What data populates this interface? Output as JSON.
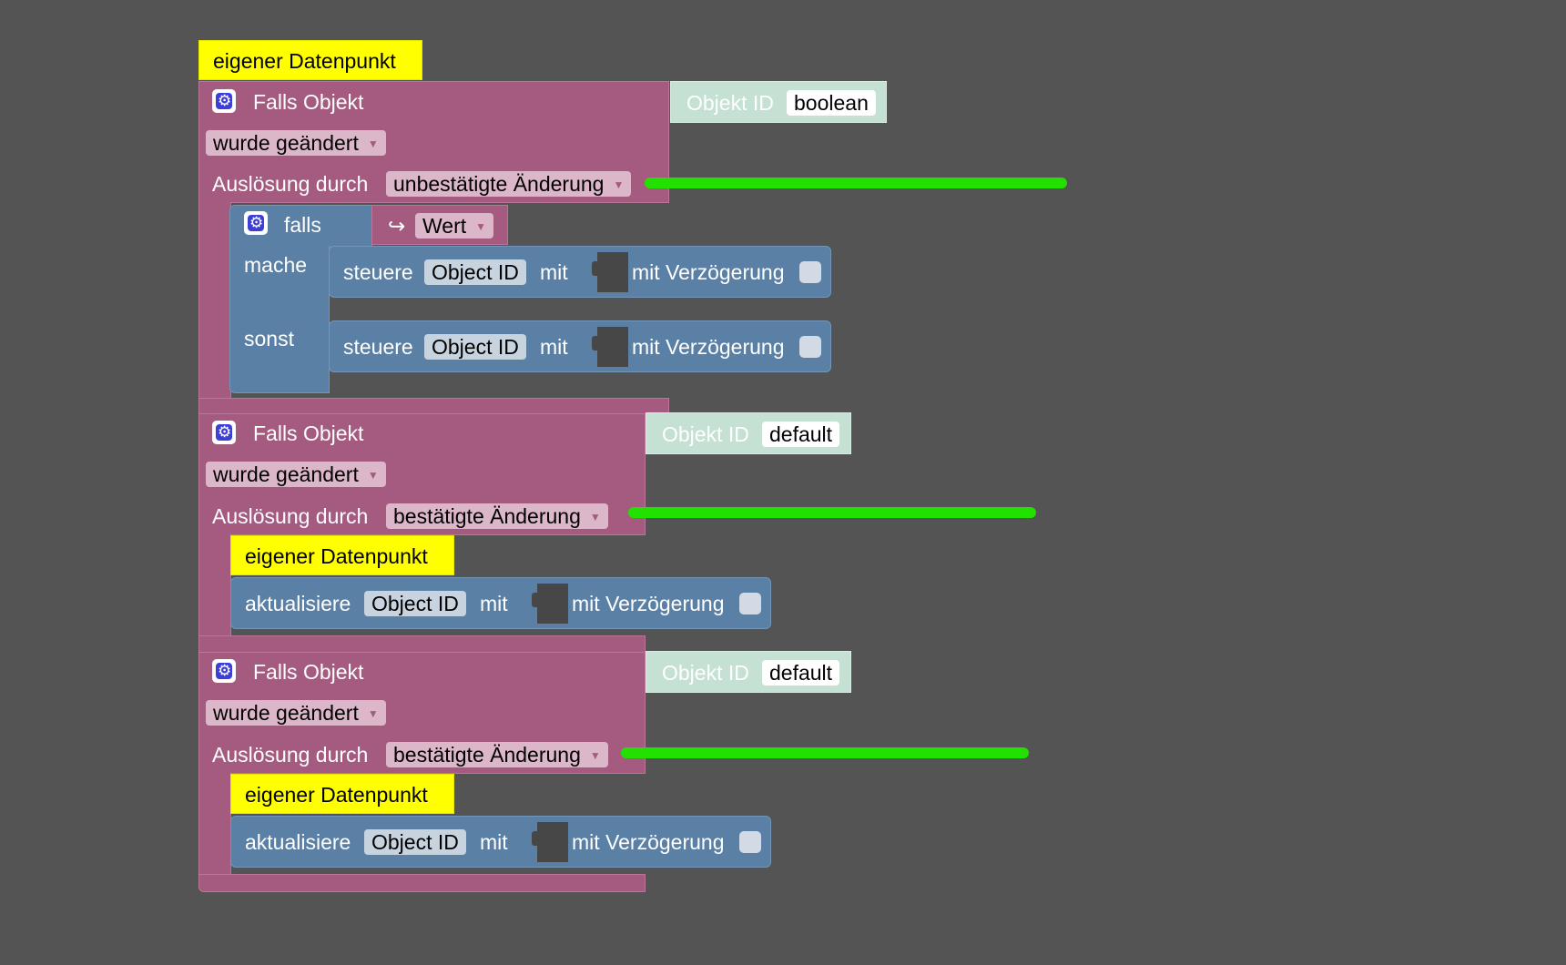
{
  "note_label": "eigener Datenpunkt",
  "blocks": [
    {
      "title": "Falls Objekt",
      "event": "wurde geändert",
      "trigger_label": "Auslösung durch",
      "trigger_value": "unbestätigte Änderung",
      "object_label": "Objekt ID",
      "object_value": "boolean",
      "if_block": {
        "if_label": "falls",
        "condition": "Wert",
        "then_label": "mache",
        "else_label": "sonst",
        "then_action": {
          "verb": "steuere",
          "field": "Object ID",
          "with": "mit",
          "delay": "mit Verzögerung"
        },
        "else_action": {
          "verb": "steuere",
          "field": "Object ID",
          "with": "mit",
          "delay": "mit Verzögerung"
        }
      }
    },
    {
      "title": "Falls Objekt",
      "event": "wurde geändert",
      "trigger_label": "Auslösung durch",
      "trigger_value": "bestätigte Änderung",
      "object_label": "Objekt ID",
      "object_value": "default",
      "note": "eigener Datenpunkt",
      "action": {
        "verb": "aktualisiere",
        "field": "Object ID",
        "with": "mit",
        "delay": "mit Verzögerung"
      }
    },
    {
      "title": "Falls Objekt",
      "event": "wurde geändert",
      "trigger_label": "Auslösung durch",
      "trigger_value": "bestätigte Änderung",
      "object_label": "Objekt ID",
      "object_value": "default",
      "note": "eigener Datenpunkt",
      "action": {
        "verb": "aktualisiere",
        "field": "Object ID",
        "with": "mit",
        "delay": "mit Verzögerung"
      }
    }
  ],
  "colors": {
    "background": "#545454",
    "trigger_block": "#a55b80",
    "control_block": "#5b80a5",
    "note": "#ffff00",
    "object_id_block": "#c5e1d4",
    "highlight_line": "#22e000"
  },
  "icons": [
    "gear-icon",
    "dropdown-arrow-icon",
    "return-arrow-icon",
    "empty-input-slot",
    "checkbox"
  ]
}
